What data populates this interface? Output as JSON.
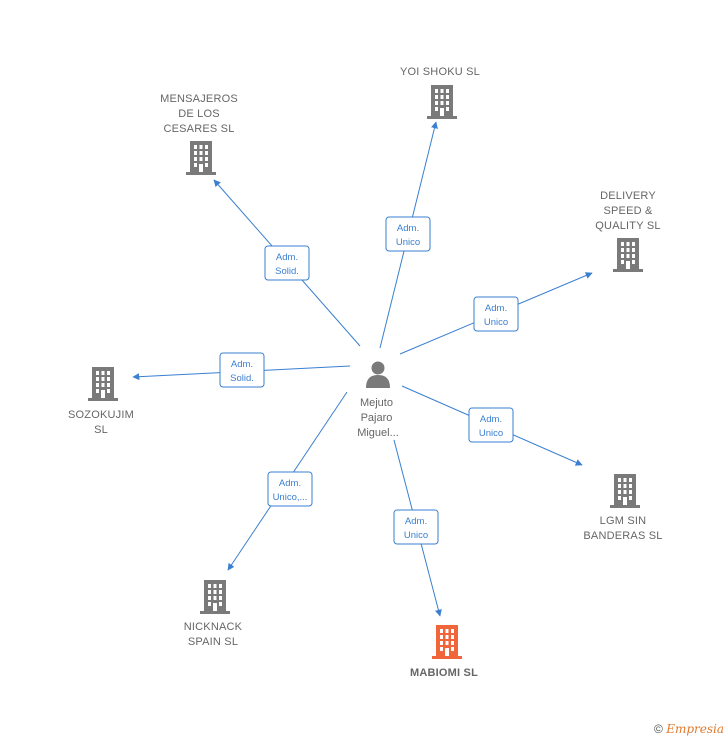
{
  "center": {
    "label_lines": [
      "Mejuto",
      "Pajaro",
      "Miguel..."
    ],
    "icon": "person-icon"
  },
  "companies": [
    {
      "id": "yoi-shoku",
      "label_lines": [
        "YOI SHOKU  SL"
      ],
      "edge_lines": [
        "Adm.",
        "Unico"
      ],
      "highlight": false
    },
    {
      "id": "mensajeros",
      "label_lines": [
        "MENSAJEROS",
        "DE LOS",
        "CESARES SL"
      ],
      "edge_lines": [
        "Adm.",
        "Solid."
      ],
      "highlight": false
    },
    {
      "id": "delivery",
      "label_lines": [
        "DELIVERY",
        "SPEED &",
        "QUALITY  SL"
      ],
      "edge_lines": [
        "Adm.",
        "Unico"
      ],
      "highlight": false
    },
    {
      "id": "sozokujim",
      "label_lines": [
        "SOZOKUJIM",
        "SL"
      ],
      "edge_lines": [
        "Adm.",
        "Solid."
      ],
      "highlight": false
    },
    {
      "id": "lgm",
      "label_lines": [
        "LGM SIN",
        "BANDERAS  SL"
      ],
      "edge_lines": [
        "Adm.",
        "Unico"
      ],
      "highlight": false
    },
    {
      "id": "nicknack",
      "label_lines": [
        "NICKNACK",
        "SPAIN  SL"
      ],
      "edge_lines": [
        "Adm.",
        "Unico,..."
      ],
      "highlight": false
    },
    {
      "id": "mabiomi",
      "label_lines": [
        "MABIOMI  SL"
      ],
      "edge_lines": [
        "Adm.",
        "Unico"
      ],
      "highlight": true
    }
  ],
  "colors": {
    "edge": "#3a7fd0",
    "building": "#7a7a7a",
    "building_highlight": "#f0663a",
    "person": "#7a7a7a"
  },
  "footer": {
    "copyright": "©",
    "brand": "Empresia"
  }
}
